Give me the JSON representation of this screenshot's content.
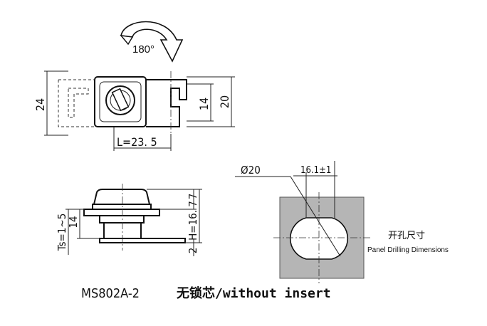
{
  "rotation": {
    "label": "180°"
  },
  "top_view": {
    "dims": {
      "height_outer": "24",
      "height_right": "20",
      "slot": "14",
      "length": "L=23. 5"
    }
  },
  "side_view": {
    "dims": {
      "ts": "Ts=1~5",
      "body": "14",
      "h": "H=16. 7",
      "top": "7",
      "bottom": "2"
    }
  },
  "panel": {
    "diameter": "Ø20",
    "flat": "16.1±1",
    "title_cn": "开孔尺寸",
    "title_en": "Panel Drilling Dimensions",
    "fill_color": "#b5b5b5"
  },
  "caption": {
    "model": "MS802A-2",
    "desc": "无锁芯/without  insert"
  }
}
